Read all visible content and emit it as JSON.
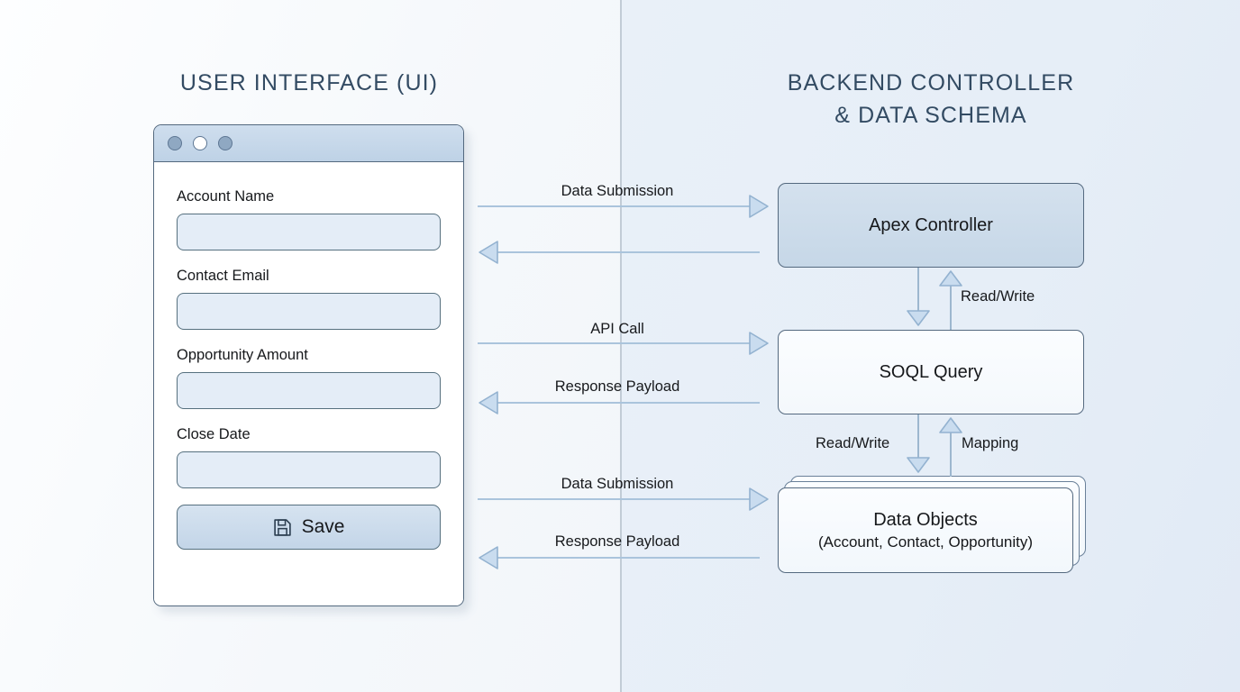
{
  "sections": {
    "left_title": "USER INTERFACE (UI)",
    "right_title_line1": "BACKEND CONTROLLER",
    "right_title_line2": "& DATA SCHEMA"
  },
  "ui_window": {
    "traffic_lights": [
      "close-dot",
      "minimize-dot",
      "maximize-dot"
    ],
    "fields": [
      {
        "label": "Account Name",
        "value": "",
        "placeholder": ""
      },
      {
        "label": "Contact Email",
        "value": "",
        "placeholder": ""
      },
      {
        "label": "Opportunity Amount",
        "value": "",
        "placeholder": ""
      },
      {
        "label": "Close Date",
        "value": "",
        "placeholder": ""
      }
    ],
    "save_button": {
      "label": "Save",
      "icon": "floppy-disk-save-icon"
    }
  },
  "backend": {
    "boxes": [
      {
        "id": "apex",
        "title": "Apex Controller",
        "subtitle": ""
      },
      {
        "id": "soql",
        "title": "SOQL Query",
        "subtitle": ""
      },
      {
        "id": "data-objects",
        "title": "Data Objects",
        "subtitle": "(Account, Contact, Opportunity)"
      }
    ]
  },
  "flows": {
    "horizontal": [
      {
        "id": "h1",
        "label": "Data Submission",
        "direction": "right"
      },
      {
        "id": "h2",
        "label": "",
        "direction": "left"
      },
      {
        "id": "h3",
        "label": "API Call",
        "direction": "right"
      },
      {
        "id": "h4",
        "label": "Response Payload",
        "direction": "left"
      },
      {
        "id": "h5",
        "label": "Data Submission",
        "direction": "right"
      },
      {
        "id": "h6",
        "label": "Response Payload",
        "direction": "left"
      }
    ],
    "vertical": [
      {
        "id": "v1",
        "label": "Read/Write",
        "direction": "up"
      },
      {
        "id": "v2",
        "label": "Read/Write",
        "direction": "down"
      },
      {
        "id": "v3",
        "label": "Mapping",
        "direction": "up"
      }
    ]
  },
  "colors": {
    "title_text": "#334b63",
    "box_border": "#54697f",
    "apex_fill": "#ccd9e8",
    "field_fill": "#e4edf7",
    "arrow_line": "#aac4dc",
    "arrow_head_fill": "#c9dcef",
    "bg_left": "#f7fafd",
    "bg_right": "#e6eef7",
    "divider": "#c2ccd6"
  }
}
